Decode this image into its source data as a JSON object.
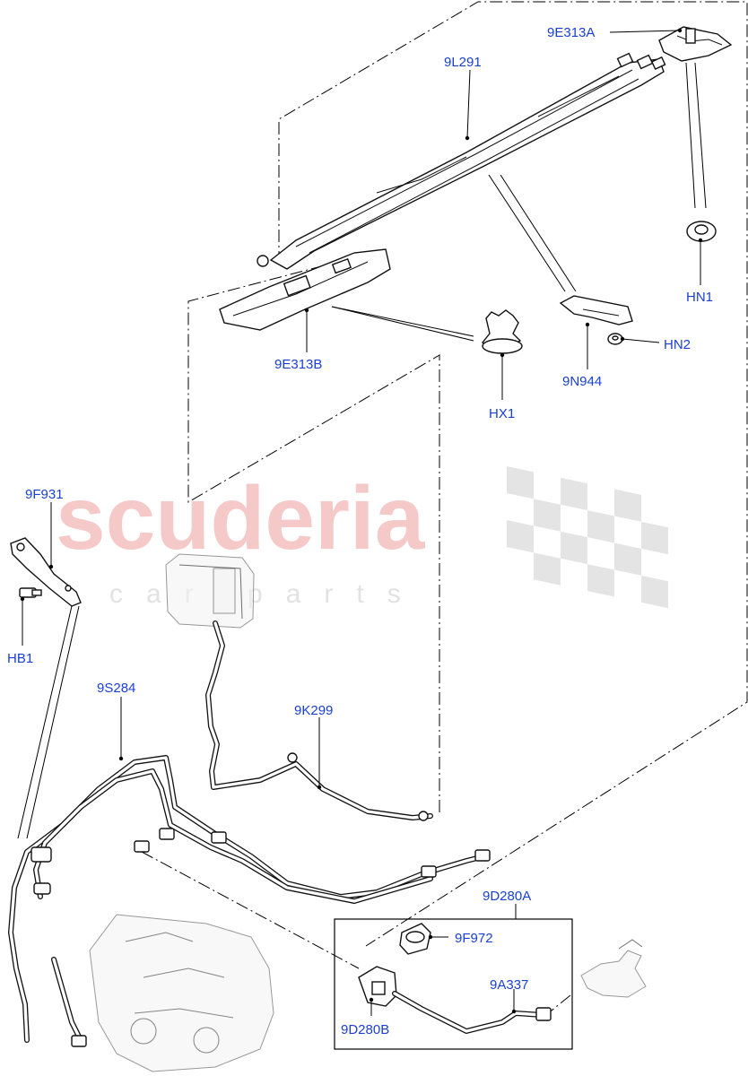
{
  "watermark": {
    "brand": "scuderia",
    "sub": "car parts"
  },
  "callouts": {
    "p9E313A": "9E313A",
    "p9L291": "9L291",
    "pHN1": "HN1",
    "pHN2": "HN2",
    "p9N944": "9N944",
    "p9E313B": "9E313B",
    "pHX1": "HX1",
    "p9F931": "9F931",
    "pHB1": "HB1",
    "p9S284": "9S284",
    "p9K299": "9K299",
    "p9D280A": "9D280A",
    "p9F972": "9F972",
    "p9A337": "9A337",
    "p9D280B": "9D280B"
  },
  "colors": {
    "callout_text": "#1a3fd1",
    "watermark_red": "#f6c9c9",
    "watermark_grey": "#e2e2e2",
    "line": "#000000"
  }
}
